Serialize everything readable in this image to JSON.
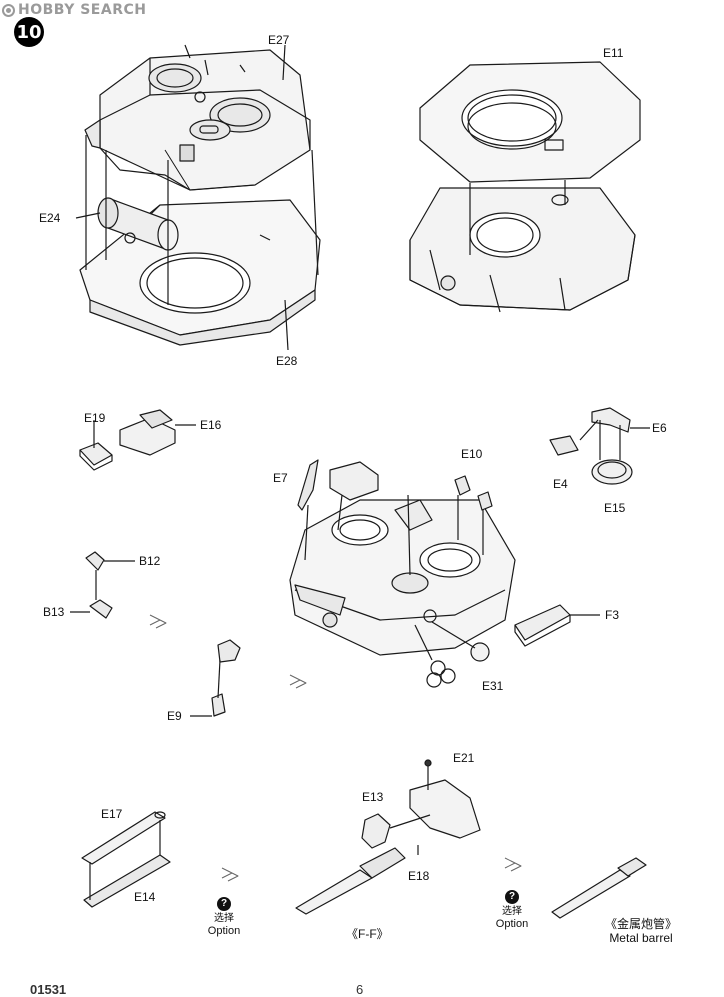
{
  "watermark": {
    "text": "HOBBY SEARCH"
  },
  "step": {
    "number": "10"
  },
  "labels": {
    "e27": "E27",
    "e11": "E11",
    "e24": "E24",
    "e28": "E28",
    "e19": "E19",
    "e16": "E16",
    "e6": "E6",
    "e4": "E4",
    "e15": "E15",
    "e7": "E7",
    "e10": "E10",
    "b12": "B12",
    "b13": "B13",
    "f3": "F3",
    "e9": "E9",
    "e31": "E31",
    "e21": "E21",
    "e13": "E13",
    "e18": "E18",
    "e17": "E17",
    "e14": "E14"
  },
  "options": {
    "left": {
      "icon": "?",
      "cn": "选择",
      "en": "Option"
    },
    "right": {
      "icon": "?",
      "cn": "选择",
      "en": "Option"
    }
  },
  "captions": {
    "ff": "《F-F》",
    "metal_cn": "《金属炮管》",
    "metal_en": "Metal barrel"
  },
  "footer": {
    "code": "01531",
    "page": "6"
  }
}
